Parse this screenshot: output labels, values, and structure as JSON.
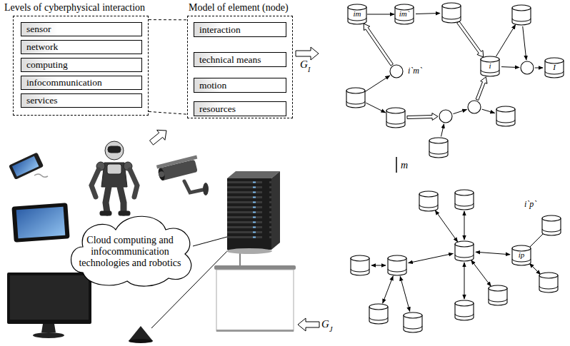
{
  "diagram": {
    "nodes": [
      {
        "text": [
          "Levels of cyberphysical interaction"
        ]
      },
      {
        "text": [
          "sensor"
        ],
        "in": 0
      },
      {
        "text": [
          "network"
        ],
        "in": 0
      },
      {
        "text": [
          "computing"
        ],
        "in": 0
      },
      {
        "text": [
          "infocommunication"
        ],
        "in": 0
      },
      {
        "text": [
          "services"
        ],
        "in": 0
      },
      {
        "text": [
          "Model of element (node)"
        ]
      },
      {
        "text": [
          "interaction"
        ],
        "in": 6
      },
      {
        "text": [
          "technical means"
        ],
        "in": 6
      },
      {
        "text": [
          "motion"
        ],
        "in": 6
      },
      {
        "text": [
          "resources"
        ],
        "in": 6
      },
      {
        "text": [
          "im"
        ]
      },
      {
        "text": [
          "im`"
        ]
      },
      {
        "text": [
          "i"
        ]
      },
      {
        "text": [
          "I"
        ]
      },
      {
        "text": [
          "ip"
        ]
      },
      {
        "text": [
          "Cloud computing and infocommunication technologies and robotics"
        ]
      }
    ],
    "edges": [
      {
        "from": 0,
        "to": 6,
        "arrow": "none"
      },
      {
        "from": 0,
        "to": 6,
        "arrow": "none"
      },
      {
        "from": 11,
        "to": 12,
        "arrow": "to"
      }
    ],
    "labels": [
      "G",
      "I",
      "i`m`",
      "m",
      "i`p`",
      "G",
      "J"
    ]
  }
}
